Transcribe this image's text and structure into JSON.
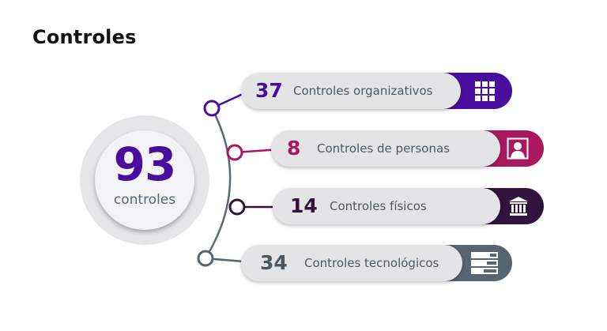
{
  "title": "Controles",
  "total": {
    "value": "93",
    "label": "controles",
    "color": "#4a0e9e"
  },
  "categories": [
    {
      "value": "37",
      "label": "Controles organizativos",
      "color": "#4a0e9e",
      "icon": "grid-icon"
    },
    {
      "value": "8",
      "label": "Controles de personas",
      "color": "#a8185e",
      "icon": "person-portrait-icon"
    },
    {
      "value": "14",
      "label": "Controles físicos",
      "color": "#33123f",
      "icon": "building-columns-icon"
    },
    {
      "value": "34",
      "label": "Controles tecnológicos",
      "color": "#586570",
      "icon": "server-rack-icon"
    }
  ],
  "connector_color": "#5e6a74"
}
